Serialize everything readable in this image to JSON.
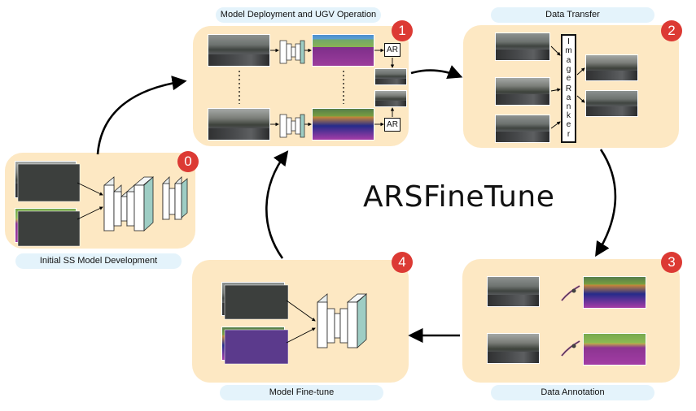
{
  "title": "ARSFineTune",
  "stages": [
    {
      "number": "0",
      "label": "Initial SS Model Development"
    },
    {
      "number": "1",
      "label": "Model Deployment and UGV Operation"
    },
    {
      "number": "2",
      "label": "Data Transfer"
    },
    {
      "number": "3",
      "label": "Data Annotation"
    },
    {
      "number": "4",
      "label": "Model Fine-tune"
    }
  ],
  "ar_label": "AR",
  "ranker_letters": [
    "I",
    "m",
    "a",
    "g",
    "e",
    "",
    "R",
    "a",
    "n",
    "k",
    "e",
    "r"
  ],
  "colors": {
    "panel": "#fde8c3",
    "tag": "#e4f3fb",
    "badge": "#dc3a34",
    "arrow": "#000000"
  }
}
